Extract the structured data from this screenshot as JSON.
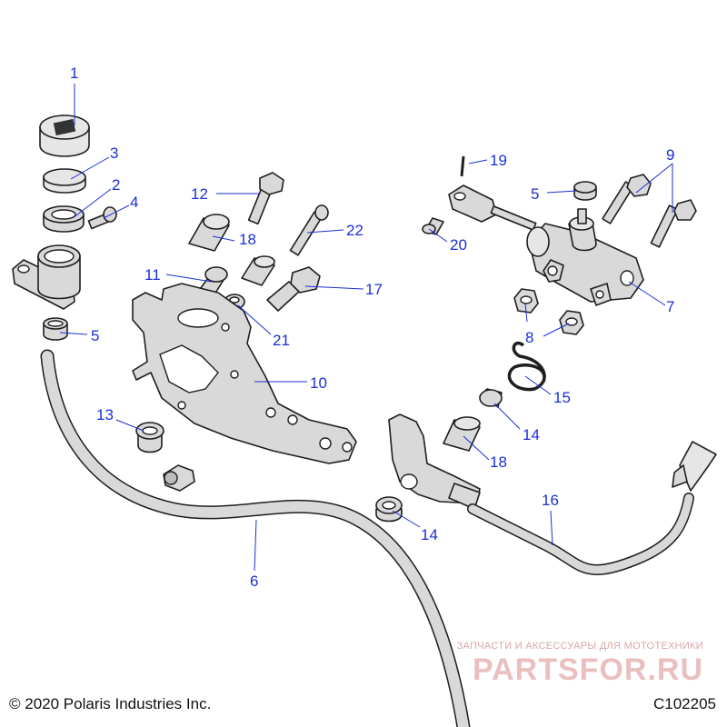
{
  "callouts": [
    "1",
    "3",
    "2",
    "4",
    "5",
    "12",
    "18",
    "22",
    "11",
    "17",
    "21",
    "10",
    "13",
    "6",
    "19",
    "9",
    "5",
    "20",
    "7",
    "8",
    "15",
    "14",
    "18",
    "16",
    "14"
  ],
  "footer": {
    "copyright": "© 2020 Polaris Industries Inc.",
    "diagram_code": "C102205"
  },
  "watermark": {
    "tagline": "ЗАПЧАСТИ И АКСЕССУАРЫ ДЛЯ МОТОТЕХНИКИ",
    "brand": "PARTSFOR.RU"
  },
  "colors": {
    "callout": "#1a2fd6",
    "part_fill": "#d9d9d9",
    "outline": "#1e1e1e",
    "watermark": "#d98c8c"
  }
}
